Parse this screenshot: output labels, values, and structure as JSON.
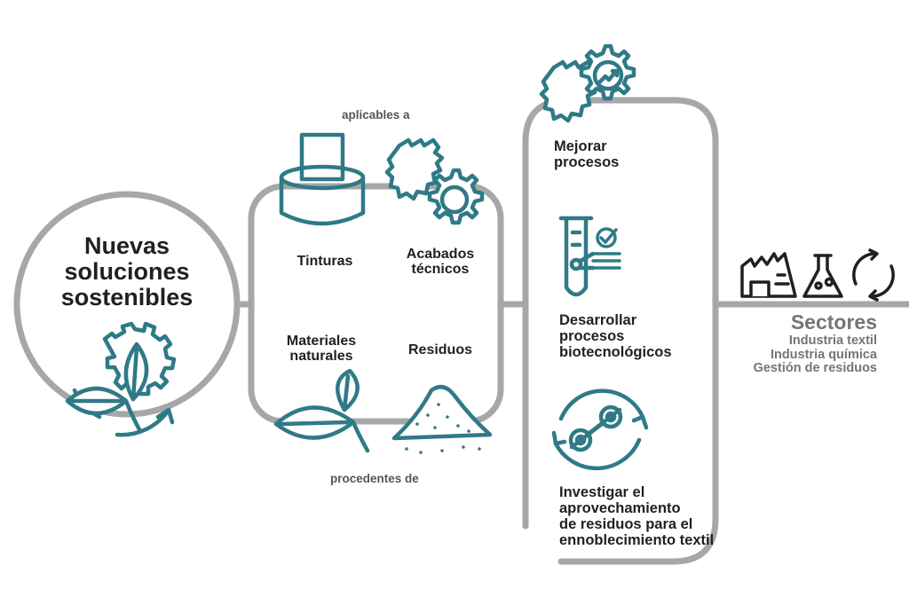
{
  "main": {
    "title_lines": [
      "Nuevas",
      "soluciones",
      "sostenibles"
    ]
  },
  "applicables_label": "aplicables a",
  "procedentes_label": "procedentes de",
  "applications": {
    "tinturas": "Tinturas",
    "acabados_lines": [
      "Acabados",
      "técnicos"
    ]
  },
  "sources": {
    "materiales_lines": [
      "Materiales",
      "naturales"
    ],
    "residuos": "Residuos"
  },
  "goals": {
    "mejorar_lines": [
      "Mejorar",
      "procesos"
    ],
    "desarrollar_lines": [
      "Desarrollar",
      "procesos",
      "biotecnológicos"
    ],
    "investigar_lines": [
      "Investigar el",
      "aprovechamiento",
      "de residuos para el",
      "ennoblecimiento textil"
    ]
  },
  "sectors": {
    "title": "Sectores",
    "items": [
      "Industria textil",
      "Industria química",
      "Gestión de residuos"
    ]
  },
  "colors": {
    "teal": "#2f7a86",
    "line_gray": "#a6a7a9",
    "text": "#231f20",
    "muted": "#747578"
  }
}
